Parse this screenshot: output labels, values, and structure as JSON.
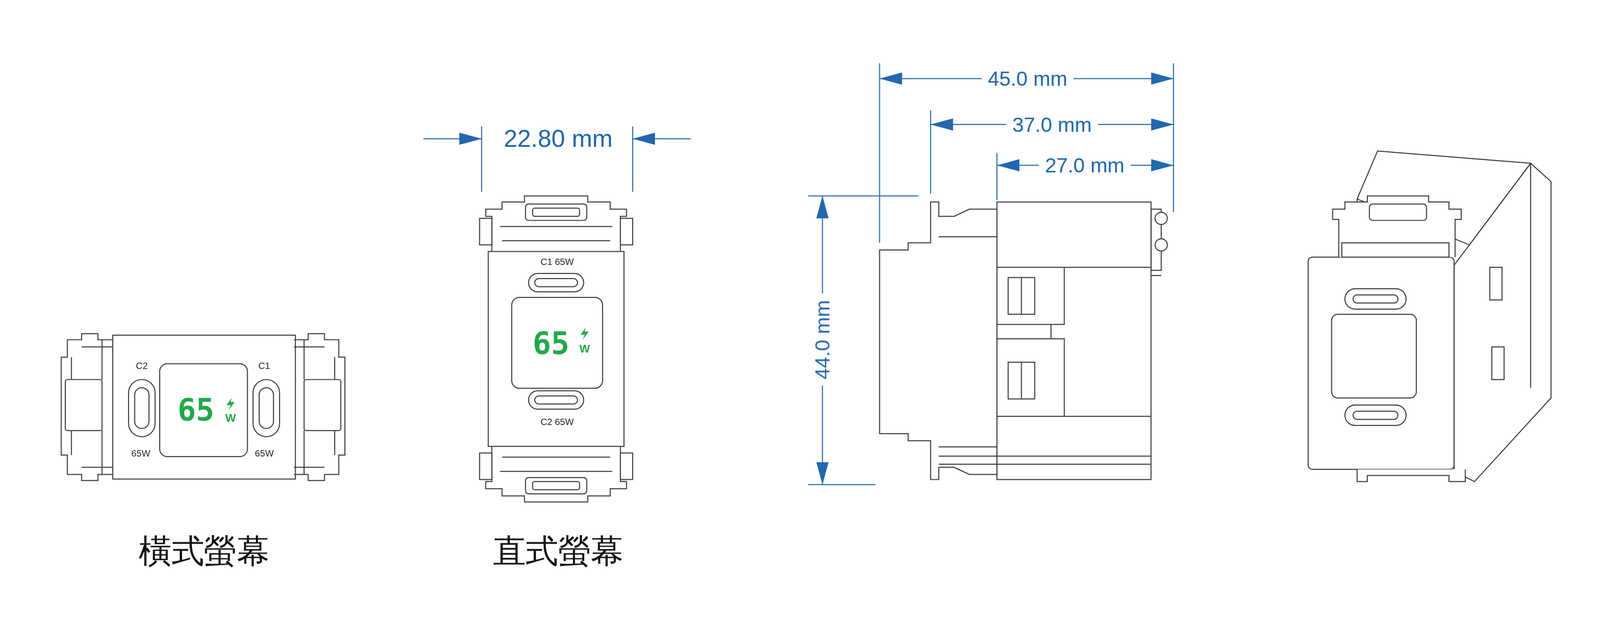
{
  "diagram": {
    "nodes": [
      {
        "text": [
          "C2",
          "65W",
          "C1",
          "65W"
        ]
      },
      {
        "text": [
          "65",
          "W"
        ],
        "in": 0
      },
      {
        "text": [
          "C1 65W",
          "C2 65W"
        ]
      },
      {
        "text": [
          "65",
          "W"
        ],
        "in": 2
      }
    ],
    "labels": [
      "橫式螢幕",
      "22.80 mm",
      "直式螢幕",
      "45.0 mm",
      "37.0 mm",
      "27.0 mm",
      "44.0 mm"
    ]
  }
}
